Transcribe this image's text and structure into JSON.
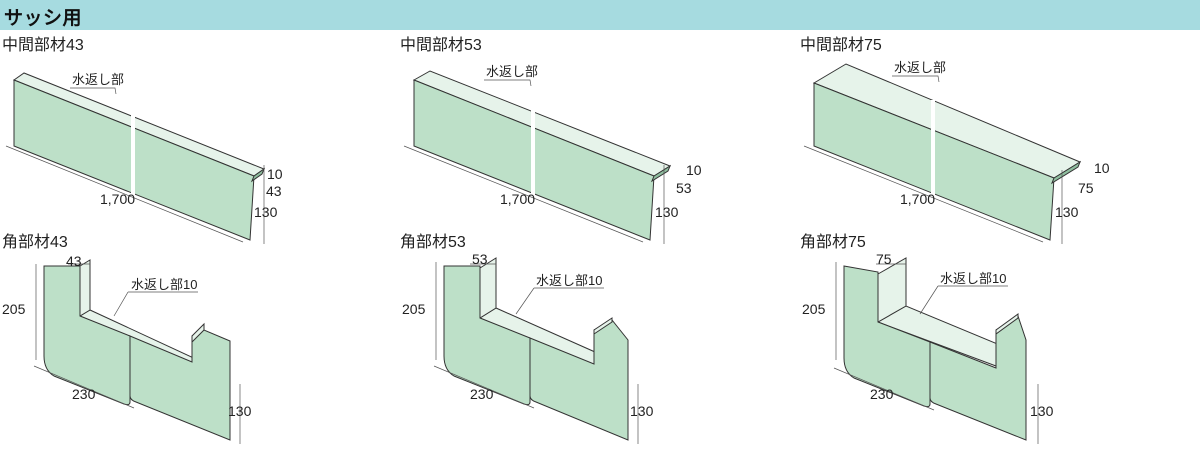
{
  "header": {
    "title": "サッシ用"
  },
  "parts": [
    {
      "title": "中間部材43",
      "note": "水返し部",
      "length": "1,700",
      "lip": "10",
      "depth": "43",
      "height": "130"
    },
    {
      "title": "中間部材53",
      "note": "水返し部",
      "length": "1,700",
      "lip": "10",
      "depth": "53",
      "height": "130"
    },
    {
      "title": "中間部材75",
      "note": "水返し部",
      "length": "1,700",
      "lip": "10",
      "depth": "75",
      "height": "130"
    },
    {
      "title": "角部材43",
      "note": "水返し部10",
      "depth": "43",
      "height": "205",
      "width": "230",
      "height2": "130"
    },
    {
      "title": "角部材53",
      "note": "水返し部10",
      "depth": "53",
      "height": "205",
      "width": "230",
      "height2": "130"
    },
    {
      "title": "角部材75",
      "note": "水返し部10",
      "depth": "75",
      "height": "205",
      "width": "230",
      "height2": "130"
    }
  ]
}
